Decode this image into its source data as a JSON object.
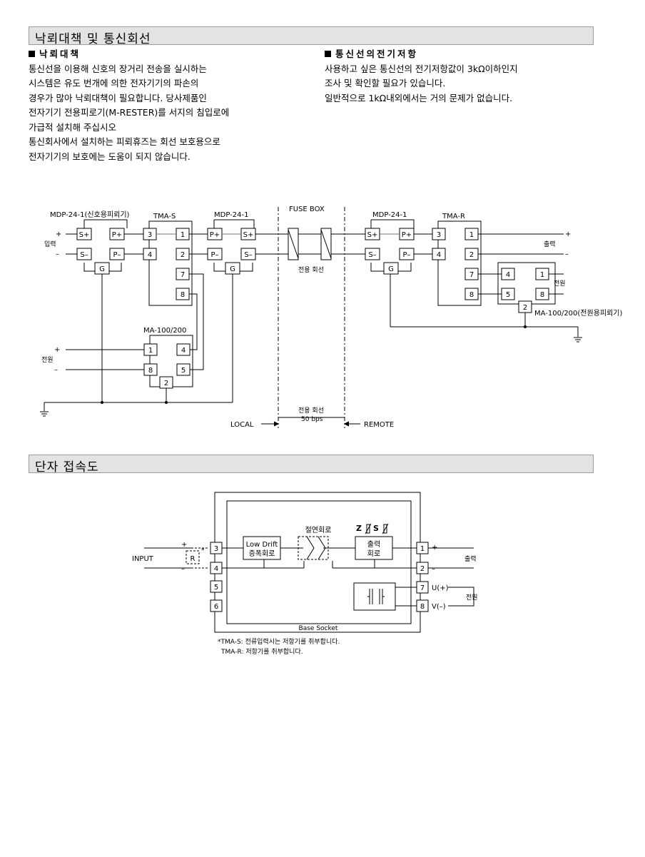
{
  "sections": {
    "lightning": "낙뢰대책 및 통신회선",
    "terminal": "단자 접속도"
  },
  "lightning_text": {
    "title": "낙뢰대책",
    "lines": [
      "통신선을 이용해 신호의 장거리 전송을 실시하는",
      "시스템은 유도 번개에 의한 전자기기의 파손의",
      "경우가 많아 낙뢰대책이 필요합니다. 당사제품인",
      "전자기기 전용피로기(M-RESTER)를 서지의 침입로에",
      "가급적 설치해 주십시오",
      "통신회사에서 설치하는 피뢰휴즈는 회선 보호용으로",
      "전자기기의 보호에는 도움이 되지 않습니다."
    ]
  },
  "resistance_text": {
    "title": "통신선의전기저항",
    "lines": [
      "사용하고 싶은 통신선의 전기저항값이 3kΩ이하인지",
      "조사 및 확인할 필요가 있습니다.",
      "일반적으로 1kΩ내외에서는 거의 문제가 없습니다."
    ]
  },
  "wiring": {
    "mdp_signal": "MDP-24-1(신호용피뢰기)",
    "tma_s": "TMA-S",
    "mdp_1": "MDP-24-1",
    "fuse_box": "FUSE BOX",
    "mdp_2": "MDP-24-1",
    "tma_r": "TMA-R",
    "ma_local": "MA-100/200",
    "ma_remote": "MA-100/200(전원용피뢰기)",
    "input_label": "입력",
    "output_label": "출력",
    "power_label": "전원",
    "dedicated_line": "전용 회선",
    "dedicated_line_2": "전용 회선",
    "bps": "50 bps",
    "local": "LOCAL",
    "remote": "REMOTE",
    "s_plus": "S+",
    "s_minus": "S–",
    "p_plus": "P+",
    "p_minus": "P–",
    "g": "G",
    "plus": "+",
    "minus": "–",
    "n1": "1",
    "n2": "2",
    "n3": "3",
    "n4": "4",
    "n5": "5",
    "n7": "7",
    "n8": "8"
  },
  "terminal": {
    "input": "INPUT",
    "plus": "+",
    "minus": "–",
    "r": "R",
    "star": "*",
    "low_drift_1": "Low Drift",
    "low_drift_2": "증폭회로",
    "isolation": "절연회로",
    "z": "Z",
    "s": "S",
    "output_1": "출력",
    "output_2": "회로",
    "out_label": "출력",
    "power_label": "전원",
    "u": "U(+)",
    "v": "V(–)",
    "base_socket": "Base Socket",
    "note_1": "*TMA-S: 전류입력시는 저항기를 취부합니다.",
    "note_2": "TMA-R: 저항기를 취부합니다.",
    "t1": "1",
    "t2": "2",
    "t3": "3",
    "t4": "4",
    "t5": "5",
    "t6": "6",
    "t7": "7",
    "t8": "8"
  }
}
